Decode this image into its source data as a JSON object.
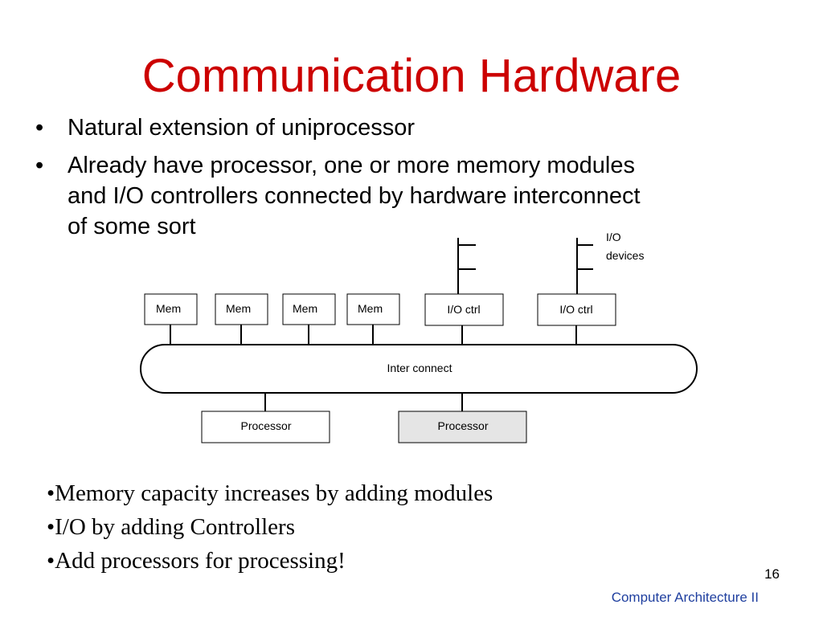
{
  "slide": {
    "title": "Communication Hardware",
    "title_color": "#cc0000",
    "accent_color": "#1f3f9f",
    "page_number": "16",
    "footer": "Computer Architecture II"
  },
  "bullets": [
    {
      "dot": "•",
      "lines": [
        "Natural extension of uniprocessor"
      ]
    },
    {
      "dot": "•",
      "lines": [
        "Already have processor, one or more memory modules",
        "and I/O controllers connected by hardware interconnect",
        "of some sort"
      ]
    }
  ],
  "diagram": {
    "memory_modules": [
      "Mem",
      "Mem",
      "Mem",
      "Mem"
    ],
    "io_controllers": [
      "I/O ctrl",
      "I/O ctrl"
    ],
    "io_devices_label": [
      "I/O",
      "devices"
    ],
    "interconnect_label": "Inter connect",
    "processors": [
      "Processor",
      "Processor"
    ],
    "highlight_fill": "#e5e5e5"
  },
  "lower_bullets": [
    "•Memory capacity increases by adding modules",
    "•I/O by adding Controllers",
    "•Add processors for processing!"
  ]
}
